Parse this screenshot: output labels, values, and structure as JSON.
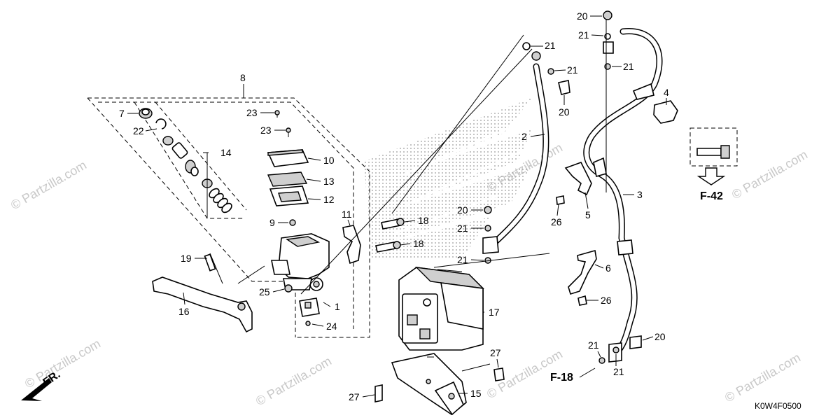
{
  "watermark": "© Partzilla.com",
  "diagram_code": "K0W4F0500",
  "front_label": "FR.",
  "references": [
    "F-42",
    "F-18"
  ],
  "callouts": {
    "c1": "1",
    "c2": "2",
    "c3": "3",
    "c4": "4",
    "c5": "5",
    "c6": "6",
    "c7": "7",
    "c8": "8",
    "c9": "9",
    "c10": "10",
    "c11": "11",
    "c12": "12",
    "c13": "13",
    "c14": "14",
    "c15": "15",
    "c16": "16",
    "c17": "17",
    "c18a": "18",
    "c18b": "18",
    "c19": "19",
    "c20a": "20",
    "c20b": "20",
    "c20c": "20",
    "c20d": "20",
    "c21a": "21",
    "c21b": "21",
    "c21c": "21",
    "c21d": "21",
    "c21e": "21",
    "c21f": "21",
    "c21g": "21",
    "c21h": "21",
    "c22": "22",
    "c23a": "23",
    "c23b": "23",
    "c24": "24",
    "c25": "25",
    "c26a": "26",
    "c26b": "26",
    "c27a": "27",
    "c27b": "27"
  }
}
